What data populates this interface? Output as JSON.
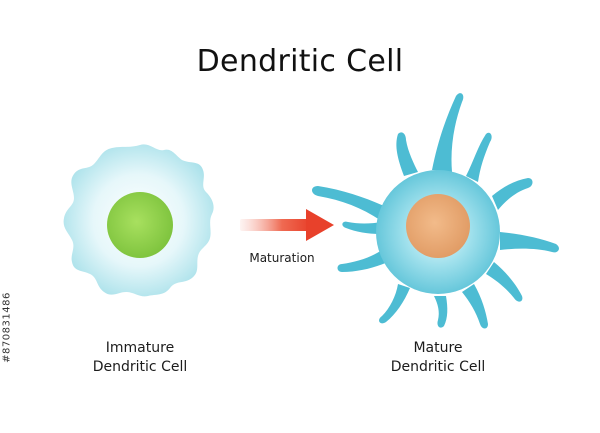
{
  "title": "Dendritic Cell",
  "cells": {
    "immature": {
      "label_line1": "Immature",
      "label_line2": "Dendritic Cell",
      "body_color": "#bfe8ef",
      "nucleus_color": "#8fd24f"
    },
    "mature": {
      "label_line1": "Mature",
      "label_line2": "Dendritic Cell",
      "body_color": "#5bc6db",
      "nucleus_color": "#e9a874"
    }
  },
  "arrow": {
    "label": "Maturation",
    "color": "#e8412b"
  },
  "stock_id": "#870831486"
}
